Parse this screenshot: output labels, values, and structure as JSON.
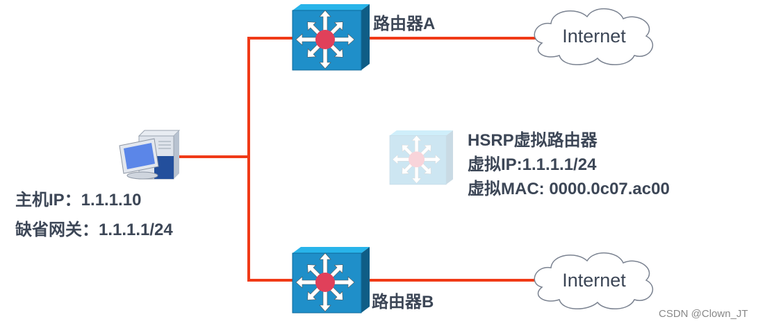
{
  "routers": [
    {
      "id": "a",
      "label": "路由器A",
      "internet": "Internet"
    },
    {
      "id": "b",
      "label": "路由器B",
      "internet": "Internet"
    }
  ],
  "virtual_router": {
    "title": "HSRP虚拟路由器",
    "ip": "虚拟IP:1.1.1.1/24",
    "mac": "虚拟MAC: 0000.0c07.ac00"
  },
  "host": {
    "ip": "主机IP：1.1.1.10",
    "gateway": "缺省网关：1.1.1.1/24"
  },
  "watermark": "CSDN @Clown_JT",
  "colors": {
    "link": "#f03a17",
    "router_front": "#1f8fc9",
    "router_top": "#28b4ea",
    "router_side": "#0f5d86",
    "router_center": "#e0405a",
    "text": "#3c4656"
  }
}
